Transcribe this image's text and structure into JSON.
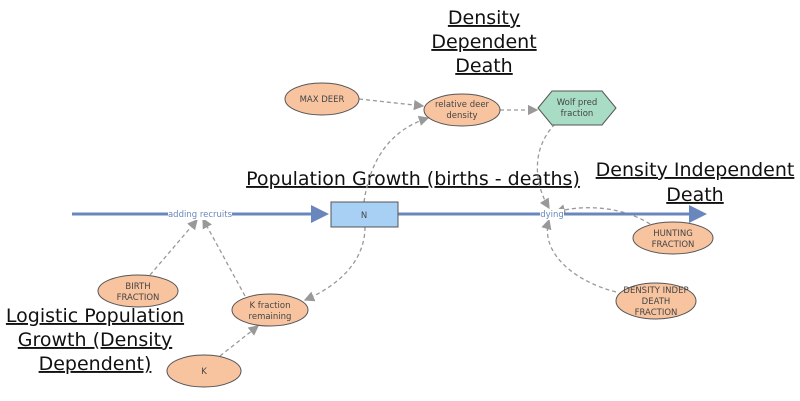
{
  "titles": {
    "density_dependent": [
      "Density",
      "Dependent",
      "Death"
    ],
    "population_growth": "Population Growth (births - deaths)",
    "density_independent": [
      "Density Independent",
      "Death"
    ],
    "logistic": [
      "Logistic Population",
      "Growth (Density",
      "Dependent)"
    ]
  },
  "stock": {
    "label": "N"
  },
  "flows": {
    "inflow": "adding recruits",
    "outflow": "dying"
  },
  "variables": {
    "max_deer": [
      "MAX DEER"
    ],
    "relative_density": [
      "relative deer",
      "density"
    ],
    "wolf_pred": [
      "Wolf pred",
      "fraction"
    ],
    "hunting": [
      "HUNTING",
      "FRACTION"
    ],
    "density_indep": [
      "DENSITY INDEP",
      "DEATH",
      "FRACTION"
    ],
    "birth": [
      "BIRTH",
      "FRACTION"
    ],
    "k_fraction": [
      "K fraction",
      "remaining"
    ],
    "k": [
      "K"
    ]
  },
  "colors": {
    "auxiliary": "#f8c4a0",
    "stock": "#a8d0f5",
    "lookup": "#a8dcc4",
    "flow": "#6a87bd"
  }
}
